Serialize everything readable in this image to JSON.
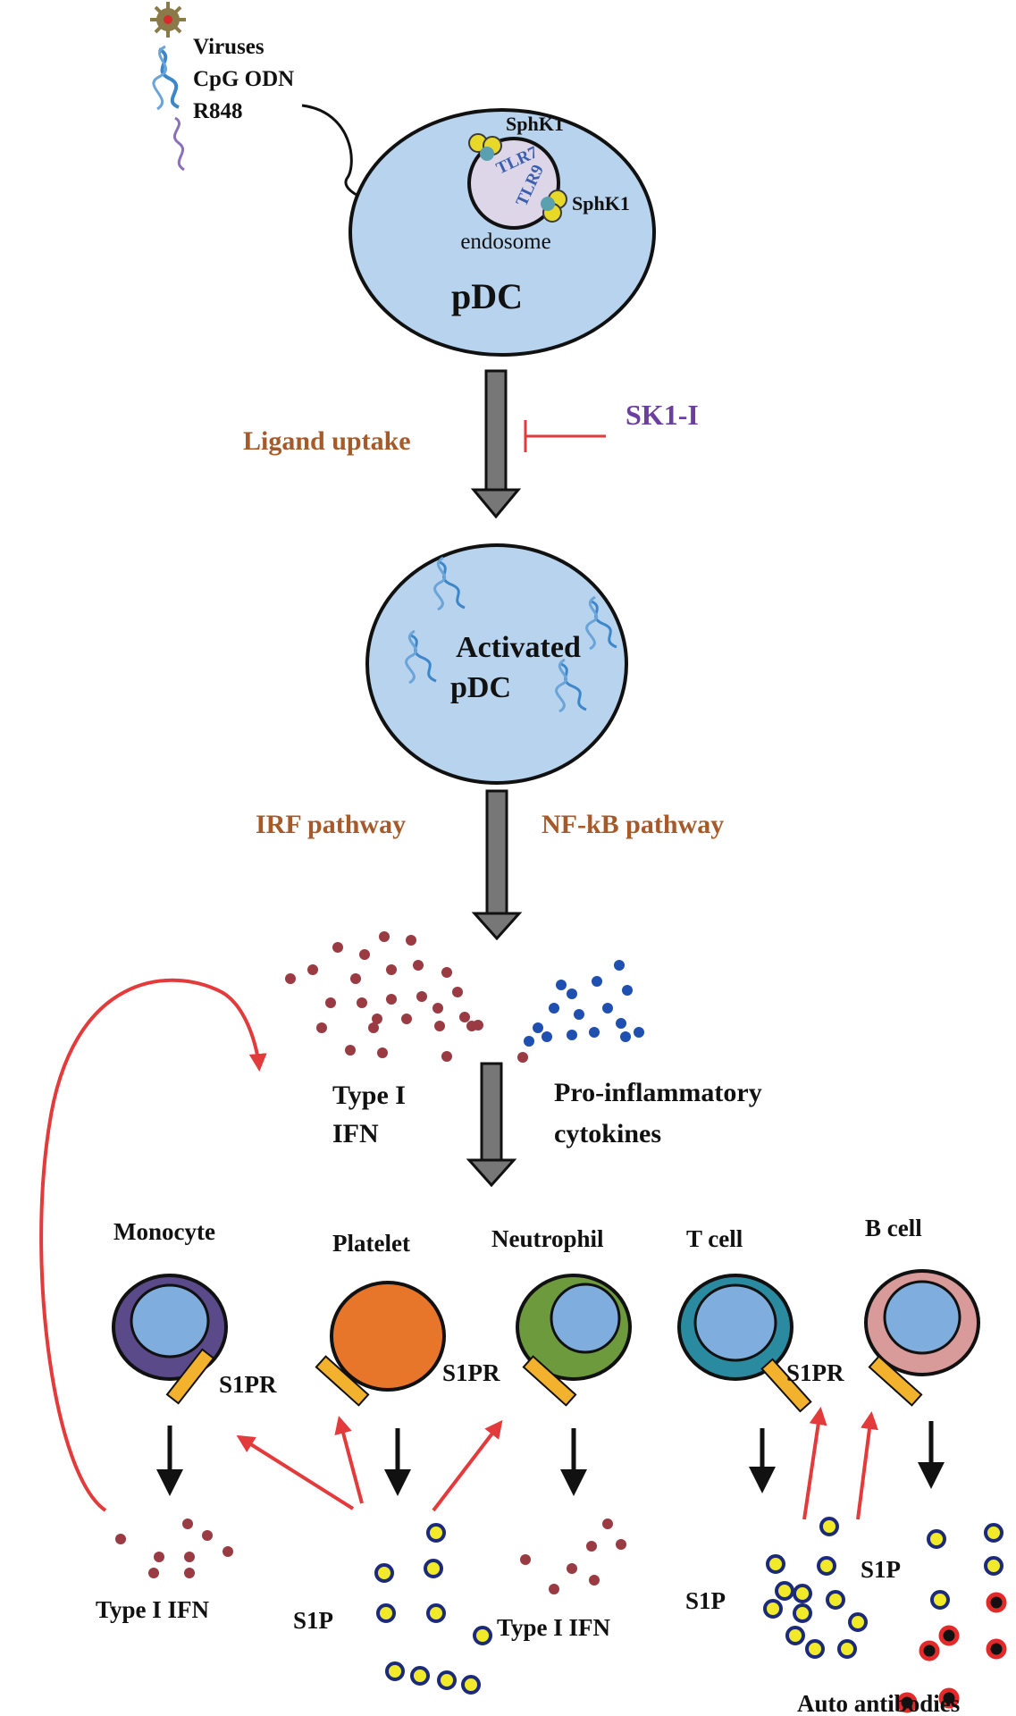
{
  "ligands": {
    "viruses": "Viruses",
    "cpg_odn": "CpG ODN",
    "r848": "R848"
  },
  "pdc": {
    "sphk1_top": "SphK1",
    "sphk1_right": "SphK1",
    "tlr7": "TLR7",
    "tlr9": "TLR9",
    "endosome": "endosome",
    "label": "pDC"
  },
  "step1": {
    "ligand_uptake": "Ligand uptake",
    "inhibitor": "SK1-I"
  },
  "activated_pdc": {
    "line1": "Activated",
    "line2": "pDC"
  },
  "pathways": {
    "irf": "IRF pathway",
    "nfkb": "NF-kB pathway"
  },
  "products": {
    "type1_ifn_line1": "Type I",
    "type1_ifn_line2": "IFN",
    "cytokines_line1": "Pro-inflammatory",
    "cytokines_line2": "cytokines"
  },
  "cells": {
    "monocyte": "Monocyte",
    "platelet": "Platelet",
    "neutrophil": "Neutrophil",
    "t_cell": "T cell",
    "b_cell": "B cell"
  },
  "receptors": {
    "s1pr_monocyte": "S1PR",
    "s1pr_neutrophil": "S1PR",
    "s1pr_tcell": "S1PR"
  },
  "outputs": {
    "type1_ifn_left": "Type I IFN",
    "s1p_left": "S1P",
    "type1_ifn_mid": "Type I IFN",
    "s1p_right_a": "S1P",
    "s1p_right_b": "S1P",
    "auto_antibodies": "Auto antibodies"
  },
  "colors": {
    "cell_fill": "#b8d3ee",
    "endosome_fill": "#ddd6e8",
    "arrow_gray": "#777777",
    "inhibit_red": "#e33b3b",
    "ifn_dot": "#9a3b43",
    "cytokine_dot": "#1f4fb0",
    "s1p_dot": "#f1ea2a",
    "s1p_ring": "#1c2a7a",
    "antibody_ring": "#e32a2a",
    "monocyte": "#5a4a8a",
    "platelet": "#e8762a",
    "neutrophil": "#6e9a3e",
    "t_cell": "#2a8aa0",
    "b_cell": "#d99a9a",
    "nucleus": "#7faede",
    "receptor": "#f2b22e"
  }
}
